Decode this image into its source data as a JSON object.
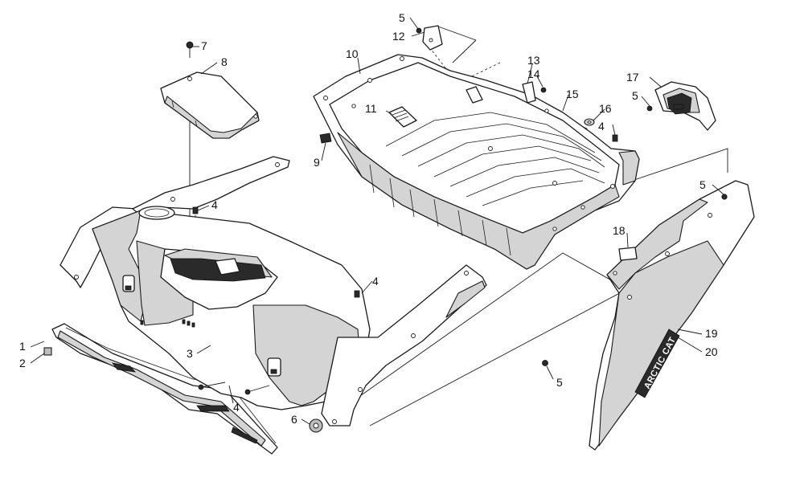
{
  "callouts": {
    "c1": "1",
    "c2": "2",
    "c3": "3",
    "c4a": "4",
    "c4b": "4",
    "c4c": "4",
    "c4d": "4",
    "c5a": "5",
    "c5b": "5",
    "c5c": "5",
    "c5d": "5",
    "c6": "6",
    "c7": "7",
    "c8": "8",
    "c9": "9",
    "c10": "10",
    "c11": "11",
    "c12": "12",
    "c13": "13",
    "c14": "14",
    "c15": "15",
    "c16": "16",
    "c17": "17",
    "c18": "18",
    "c19": "19",
    "c20": "20"
  },
  "decal": {
    "brand": "ARCTIC CAT"
  },
  "colors": {
    "line": "#1a1a1a",
    "shade": "#d4d4d4",
    "background": "#ffffff"
  }
}
